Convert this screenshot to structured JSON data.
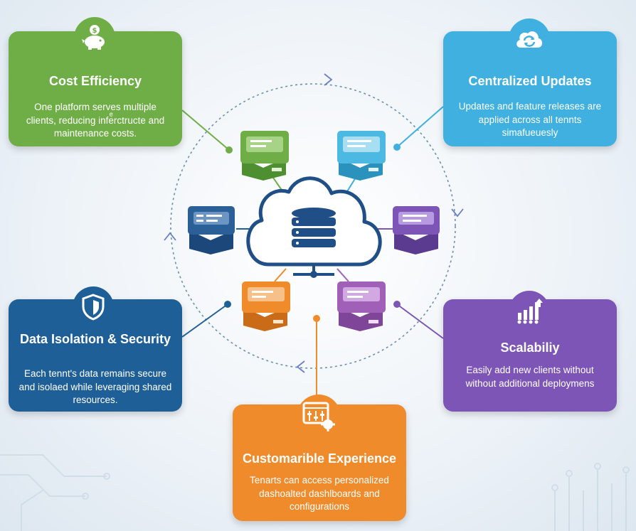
{
  "colors": {
    "cost": "#6fae46",
    "updates": "#3fb0e0",
    "isolation": "#1f5f97",
    "scalability": "#7c55b6",
    "customization": "#ef8b2b",
    "cloud": "#1f4f86",
    "background": "#eef3f8"
  },
  "cards": {
    "cost": {
      "icon": "piggy-bank-icon",
      "title": "Cost Efficiency",
      "text": "One platform serves multiple clients, reducing infeͤrctructe and maintenance costs."
    },
    "updates": {
      "icon": "cloud-sync-icon",
      "title": "Centralized Updates",
      "text": "Updates and feature releases are applied across all tennts simafueuesly"
    },
    "isolation": {
      "icon": "shield-icon",
      "title": "Data Isolation & Security",
      "text": "Each tennt's data remains secure and isolaed while leveraging shared resources."
    },
    "scalability": {
      "icon": "growth-chart-icon",
      "title": "Scalabiliy",
      "text": "Easily add new clients without without additional deploymens"
    },
    "customization": {
      "icon": "settings-dashboard-icon",
      "title": "Customarible Experience",
      "text": "Tenarts can access personalized dashoalted dashlboards and configurations"
    }
  },
  "center": {
    "icon": "cloud-database-icon"
  },
  "tenants": [
    {
      "icon": "tenant-server-icon",
      "color": "#6fae46"
    },
    {
      "icon": "tenant-server-icon",
      "color": "#4cb9e3"
    },
    {
      "icon": "tenant-server-icon",
      "color": "#2a5f98"
    },
    {
      "icon": "tenant-server-icon",
      "color": "#7c55b6"
    },
    {
      "icon": "tenant-server-icon",
      "color": "#ef8b2b"
    },
    {
      "icon": "tenant-server-icon",
      "color": "#a160b8"
    }
  ]
}
